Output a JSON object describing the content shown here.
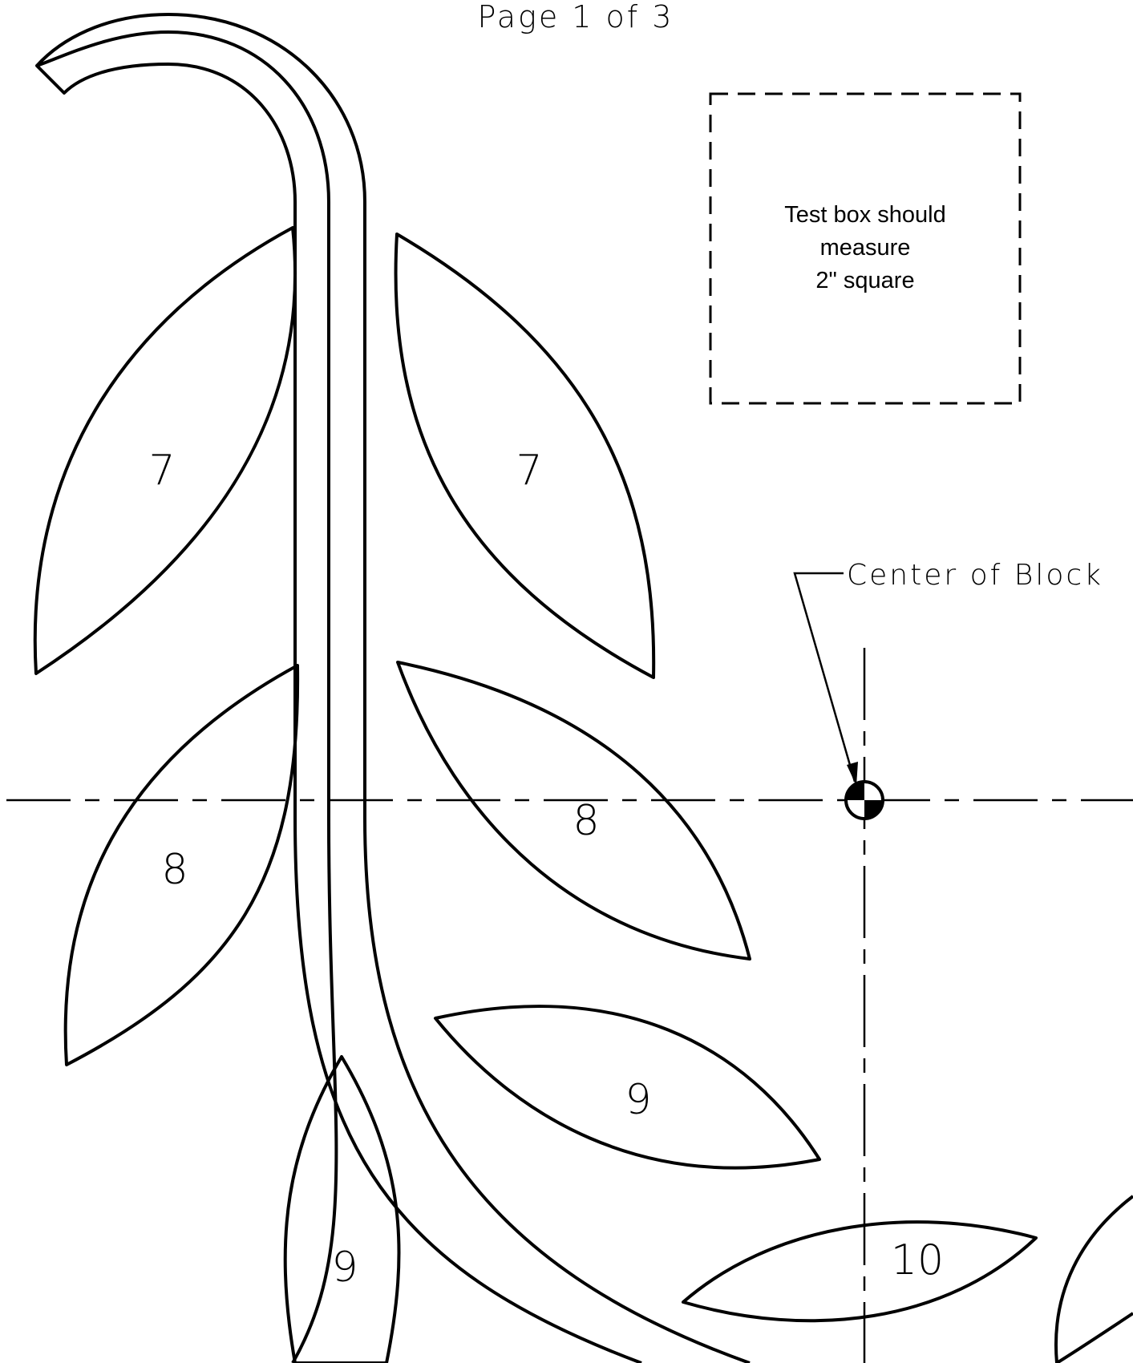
{
  "page_label": "Page 1 of 3",
  "test_box": {
    "lines": [
      "Test box should",
      "measure",
      "2\" square"
    ]
  },
  "center_label": "Center of Block",
  "leaves": [
    {
      "id": "leaf-7-left",
      "number": "7"
    },
    {
      "id": "leaf-7-right",
      "number": "7"
    },
    {
      "id": "leaf-8-left",
      "number": "8"
    },
    {
      "id": "leaf-8-right",
      "number": "8"
    },
    {
      "id": "leaf-9-right",
      "number": "9"
    },
    {
      "id": "leaf-9-bottom",
      "number": "9"
    },
    {
      "id": "leaf-10",
      "number": "10"
    }
  ]
}
